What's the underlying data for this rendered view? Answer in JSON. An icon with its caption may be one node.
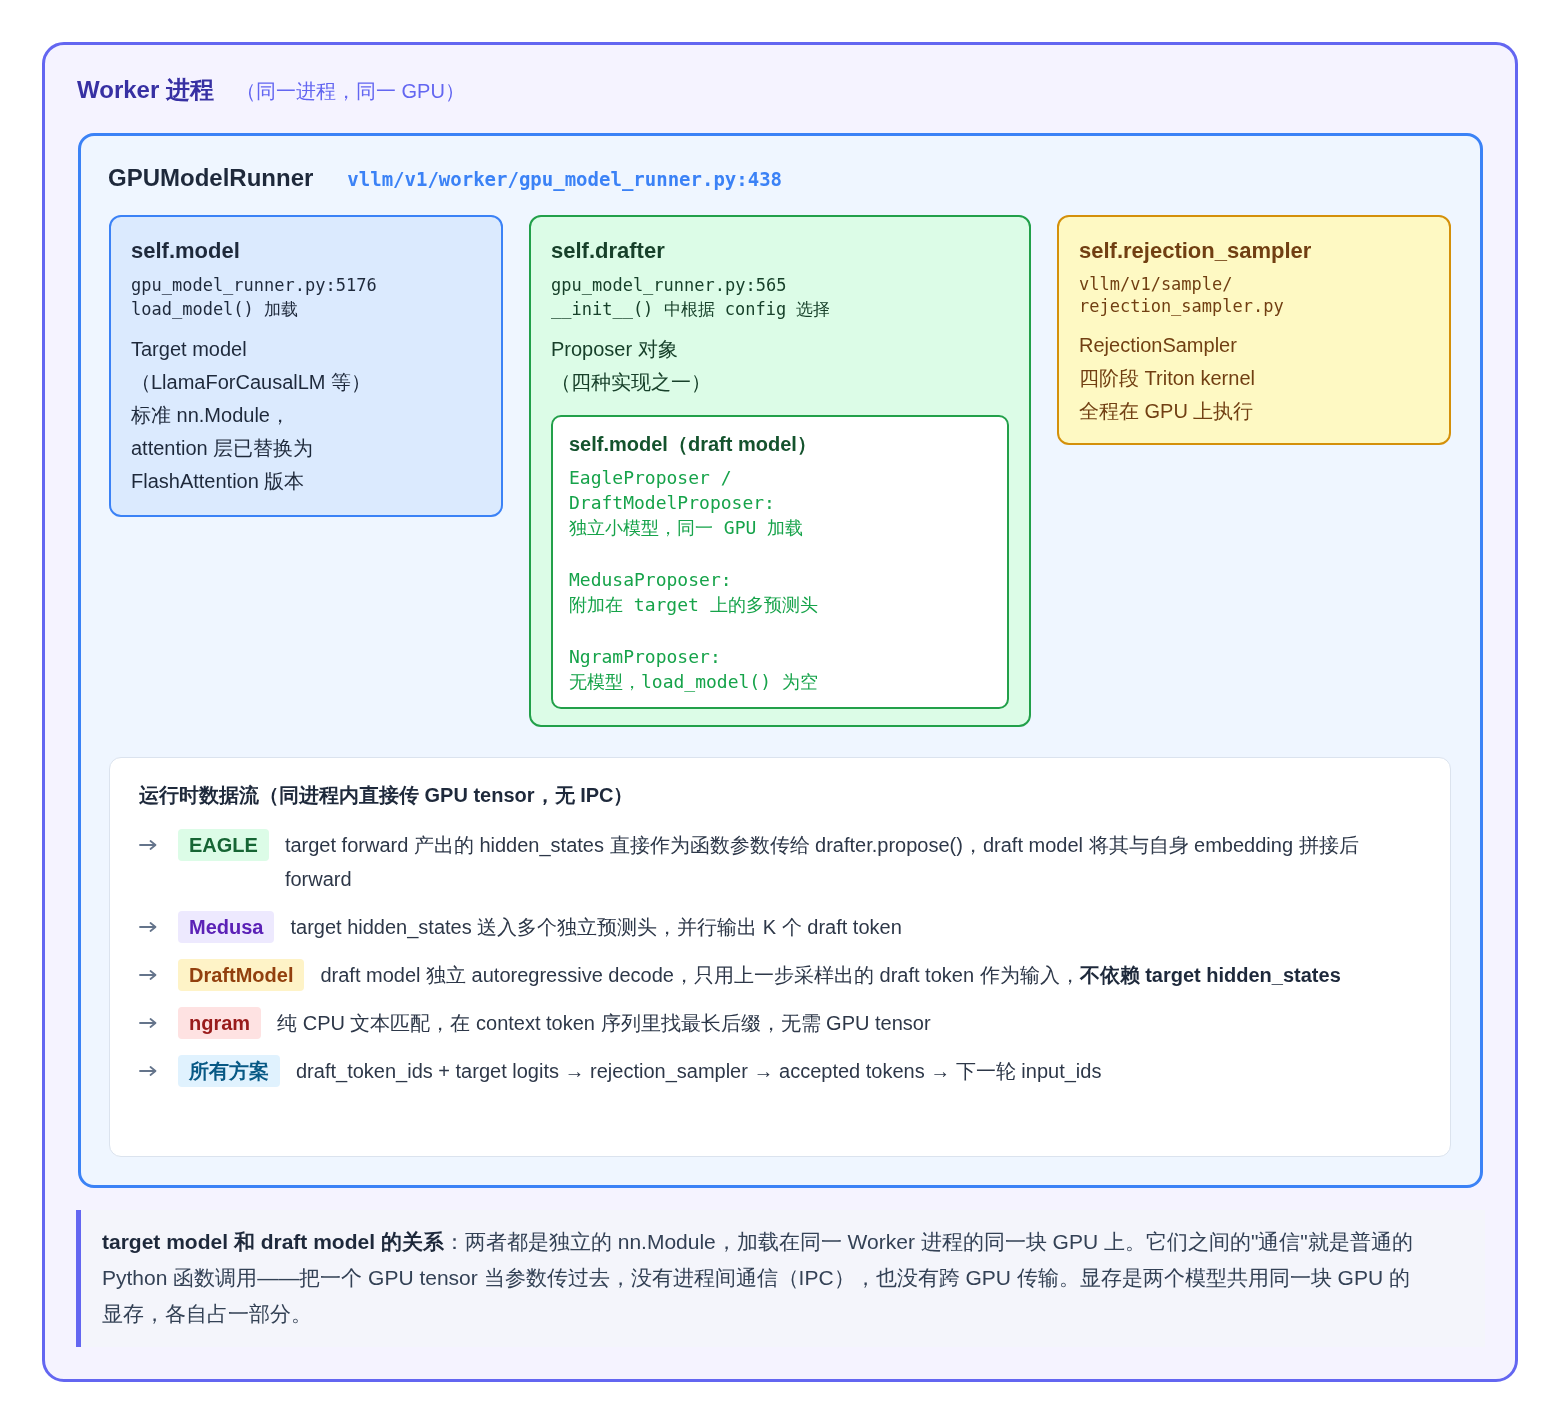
{
  "diagram": {
    "nodes": [
      {
        "text": [
          "Worker 进程",
          "（同一进程，同一 GPU）"
        ]
      },
      {
        "text": [
          "GPUModelRunner",
          "vllm/v1/worker/gpu_model_runner.py:438"
        ],
        "in": 0
      },
      {
        "text": [
          "self.model",
          "gpu_model_runner.py:5176",
          "load_model() 加载",
          "Target model",
          "（LlamaForCausalLM 等）",
          "标准 nn.Module，",
          "attention 层已替换为",
          "FlashAttention 版本"
        ],
        "in": 1
      },
      {
        "text": [
          "self.drafter",
          "gpu_model_runner.py:565",
          "__init__() 中根据 config 选择",
          "Proposer 对象",
          "（四种实现之一）"
        ],
        "in": 1
      },
      {
        "text": [
          "self.model（draft model）",
          "EagleProposer /",
          "DraftModelProposer:",
          "独立小模型，同一 GPU 加载",
          "MedusaProposer:",
          "附加在 target 上的多预测头",
          "NgramProposer:",
          "无模型，load_model() 为空"
        ],
        "in": 3
      },
      {
        "text": [
          "self.rejection_sampler",
          "vllm/v1/sample/",
          "rejection_sampler.py",
          "RejectionSampler",
          "四阶段 Triton kernel",
          "全程在 GPU 上执行"
        ],
        "in": 1
      },
      {
        "text": [
          "运行时数据流（同进程内直接传 GPU tensor，无 IPC）"
        ],
        "in": 1
      },
      {
        "text": [
          "EAGLE"
        ],
        "in": 6,
        "beside": [
          "target forward 产出的 hidden_states 直接作为函数参数传给 drafter.propose()，draft model 将其与自身 embedding 拼接后 forward"
        ]
      },
      {
        "text": [
          "Medusa"
        ],
        "in": 6,
        "beside": [
          "target hidden_states 送入多个独立预测头，并行输出 K 个 draft token"
        ]
      },
      {
        "text": [
          "DraftModel"
        ],
        "in": 6,
        "beside": [
          "draft model 独立 autoregressive decode，只用上一步采样出的 draft token 作为输入，**不依赖 target hidden_states**"
        ]
      },
      {
        "text": [
          "ngram"
        ],
        "in": 6,
        "beside": [
          "纯 CPU 文本匹配，在 context token 序列里找最长后缀，无需 GPU tensor"
        ]
      },
      {
        "text": [
          "所有方案"
        ],
        "in": 6,
        "beside": [
          "draft_token_ids + target logits → rejection_sampler → accepted tokens → 下一轮 input_ids"
        ]
      },
      {
        "text": [
          "**target model 和 draft model 的关系**：两者都是独立的 nn.Module，加载在同一 Worker 进程的同一块 GPU 上。它们之间的\"通信\"就是普通的 Python 函数调用——把一个 GPU tensor 当参数传过去，没有进程间通信（IPC），也没有跨 GPU 传输。显存是两个模型共用同一块 GPU 的显存，各自占一部分。"
        ],
        "in": 0
      }
    ]
  }
}
